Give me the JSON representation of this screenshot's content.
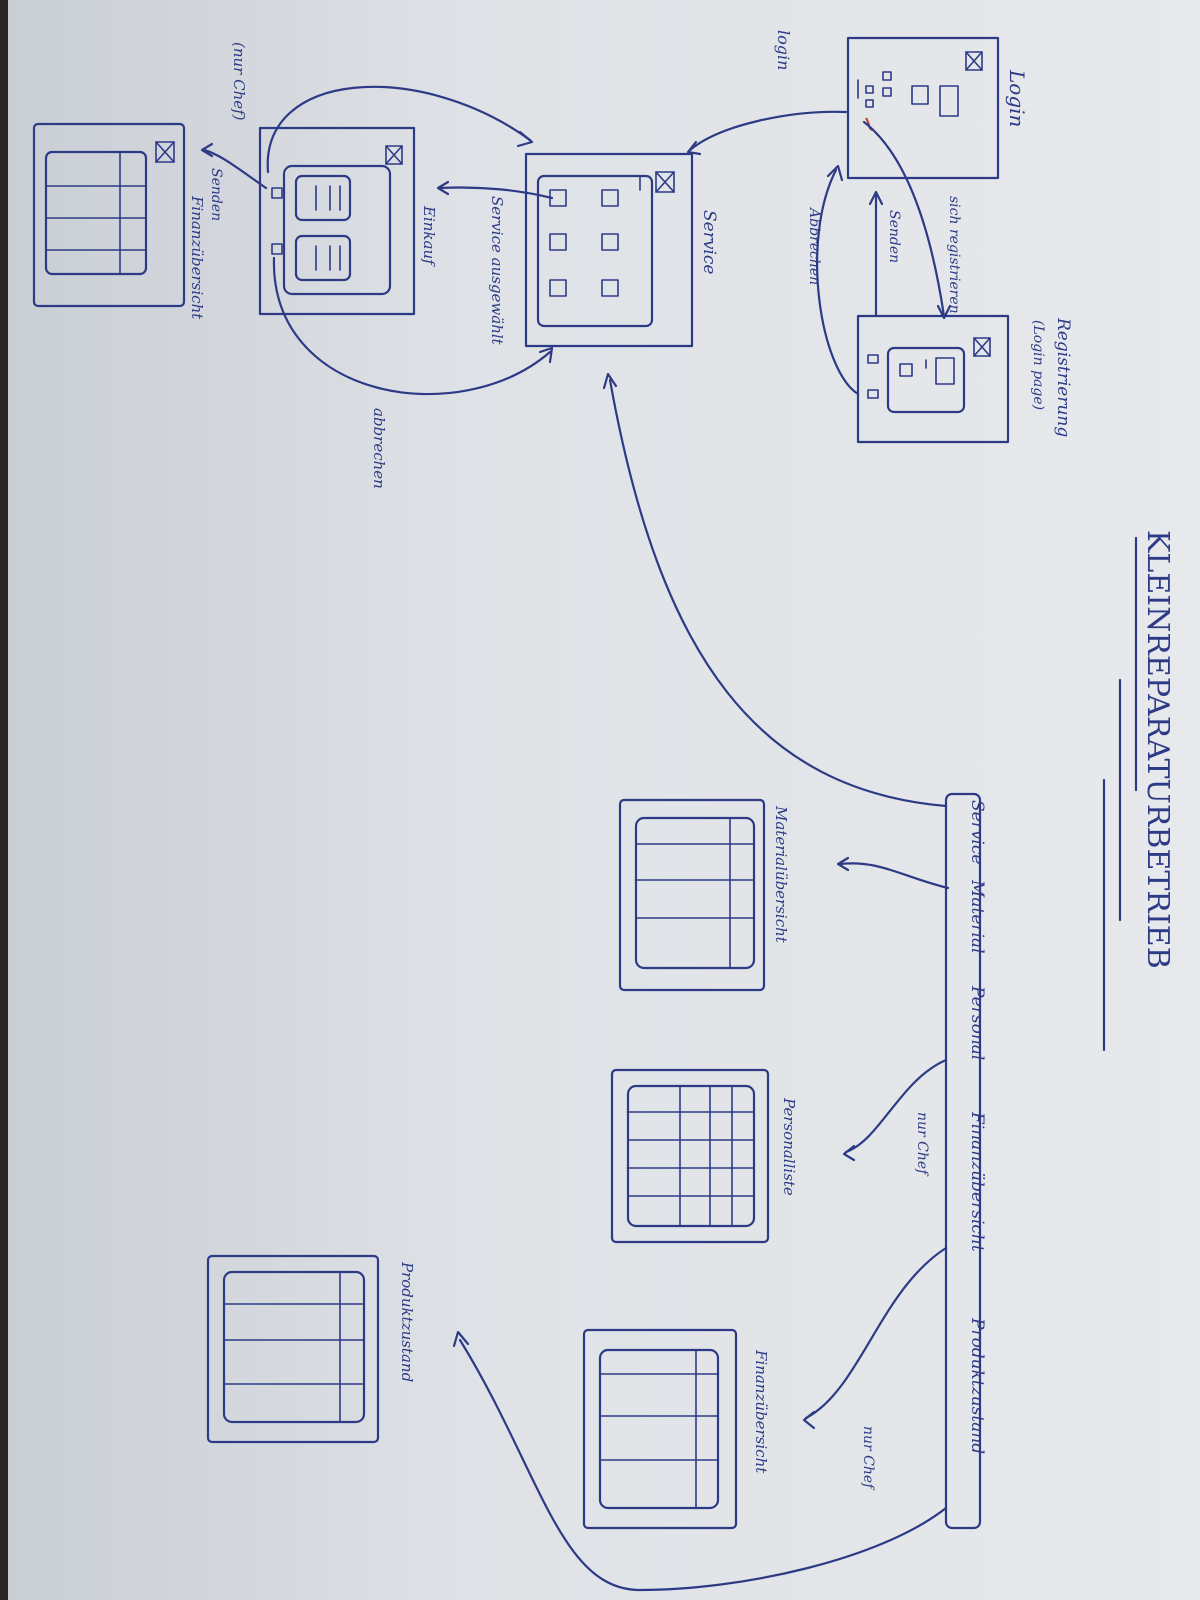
{
  "title": "KLEINREPARATURBETRIEB",
  "screens": {
    "login": "Login",
    "registration": "Registrierung",
    "registration_note": "(Login page)",
    "service": "Service",
    "purchase": "Einkauf",
    "finance_left": "Finanzübersicht",
    "material": "Materialübersicht",
    "personnel": "Personalliste",
    "finance_right": "Finanzübersicht",
    "product_status": "Produktzustand"
  },
  "transitions": {
    "register": "sich registrieren",
    "cancel_registration": "Abbrechen",
    "send_registration": "Senden",
    "login": "login",
    "service_selected": "Service ausgewählt",
    "cancel_purchase": "abbrechen",
    "send_purchase": "Senden",
    "only_boss_left": "(nur Chef)"
  },
  "nav": {
    "items": [
      "Service",
      "Material",
      "Personal",
      "Finanzübersicht",
      "Produktzustand"
    ],
    "only_boss_personnel": "nur Chef",
    "only_boss_finance": "nur Chef"
  },
  "colors": {
    "ink": "#2d3a86",
    "paper": "#e3e6ea",
    "background": "#2a2622",
    "marker_red": "#c0392b"
  }
}
